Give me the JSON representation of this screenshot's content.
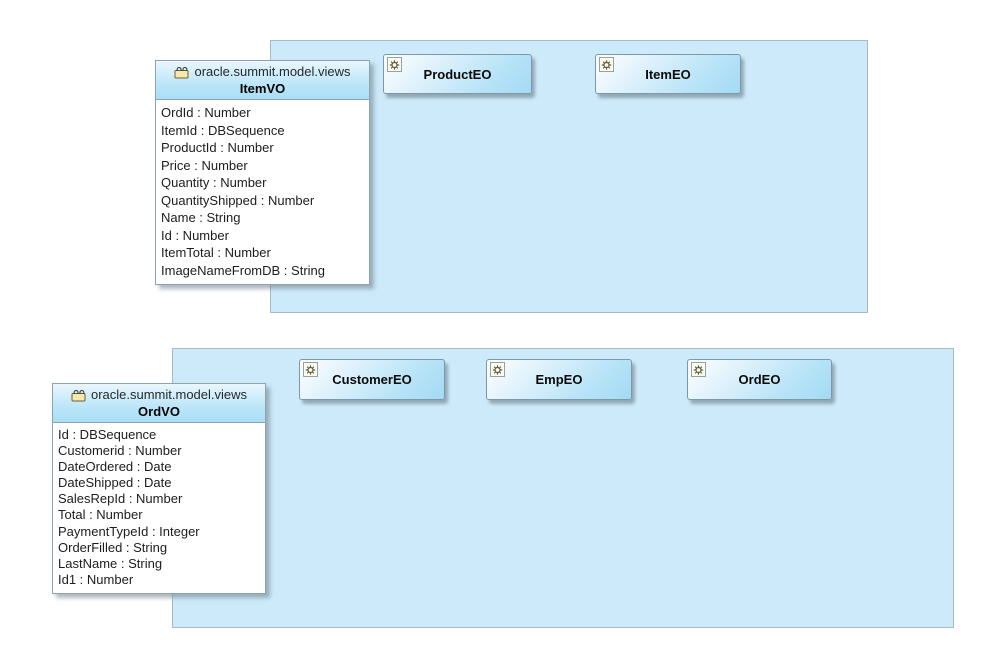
{
  "diagram": {
    "kind": "business-components-diagram",
    "colors": {
      "panel_fill": "#cdeafa",
      "panel_border": "#a9bac2",
      "node_fill": "#b7e3f7",
      "node_border": "#7d98a7",
      "vo_header_fill": "#b3e2f7",
      "vo_icon_fill": "#f6e9ae",
      "shadow": "#6e7f8a"
    },
    "view_objects": [
      {
        "package": "oracle.summit.model.views",
        "name": "ItemVO",
        "attributes": [
          "OrdId : Number",
          "ItemId : DBSequence",
          "ProductId : Number",
          "Price : Number",
          "Quantity : Number",
          "QuantityShipped : Number",
          "Name : String",
          "Id : Number",
          "ItemTotal : Number",
          "ImageNameFromDB : String"
        ]
      },
      {
        "package": "oracle.summit.model.views",
        "name": "OrdVO",
        "attributes": [
          "Id : DBSequence",
          "Customerid : Number",
          "DateOrdered : Date",
          "DateShipped : Date",
          "SalesRepId : Number",
          "Total : Number",
          "PaymentTypeId : Integer",
          "OrderFilled : String",
          "LastName : String",
          "Id1 : Number"
        ]
      }
    ],
    "entity_objects": [
      {
        "name": "ProductEO"
      },
      {
        "name": "ItemEO"
      },
      {
        "name": "CustomerEO"
      },
      {
        "name": "EmpEO"
      },
      {
        "name": "OrdEO"
      }
    ],
    "icons": {
      "view_object": "view-object-icon",
      "entity_object": "entity-object-gear-icon"
    }
  }
}
